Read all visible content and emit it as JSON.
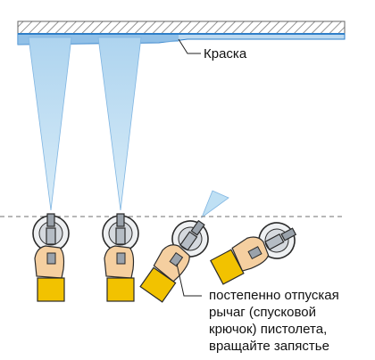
{
  "labels": {
    "paint": "Краска",
    "instruction_lines": [
      "постепенно отпуская",
      "рычаг (спусковой",
      "крючок) пистолета,",
      "вращайте запястье"
    ]
  },
  "colors": {
    "surface_hatch": "#808080",
    "paint_layer": "#2f7fc9",
    "paint_light": "#bcd9f0",
    "spray_fill": "#bfe0f4",
    "skin": "#f5cfa0",
    "sleeve": "#f2c200",
    "gun_body": "#9aa2ab",
    "gun_outline": "#2a2a2a",
    "dashed_line": "#8c8c8c"
  },
  "icons": [
    "hand-with-spray-gun-icon",
    "hand-with-spray-gun-icon",
    "hand-with-spray-gun-tilted-icon",
    "hand-with-spray-gun-rotated-icon"
  ]
}
